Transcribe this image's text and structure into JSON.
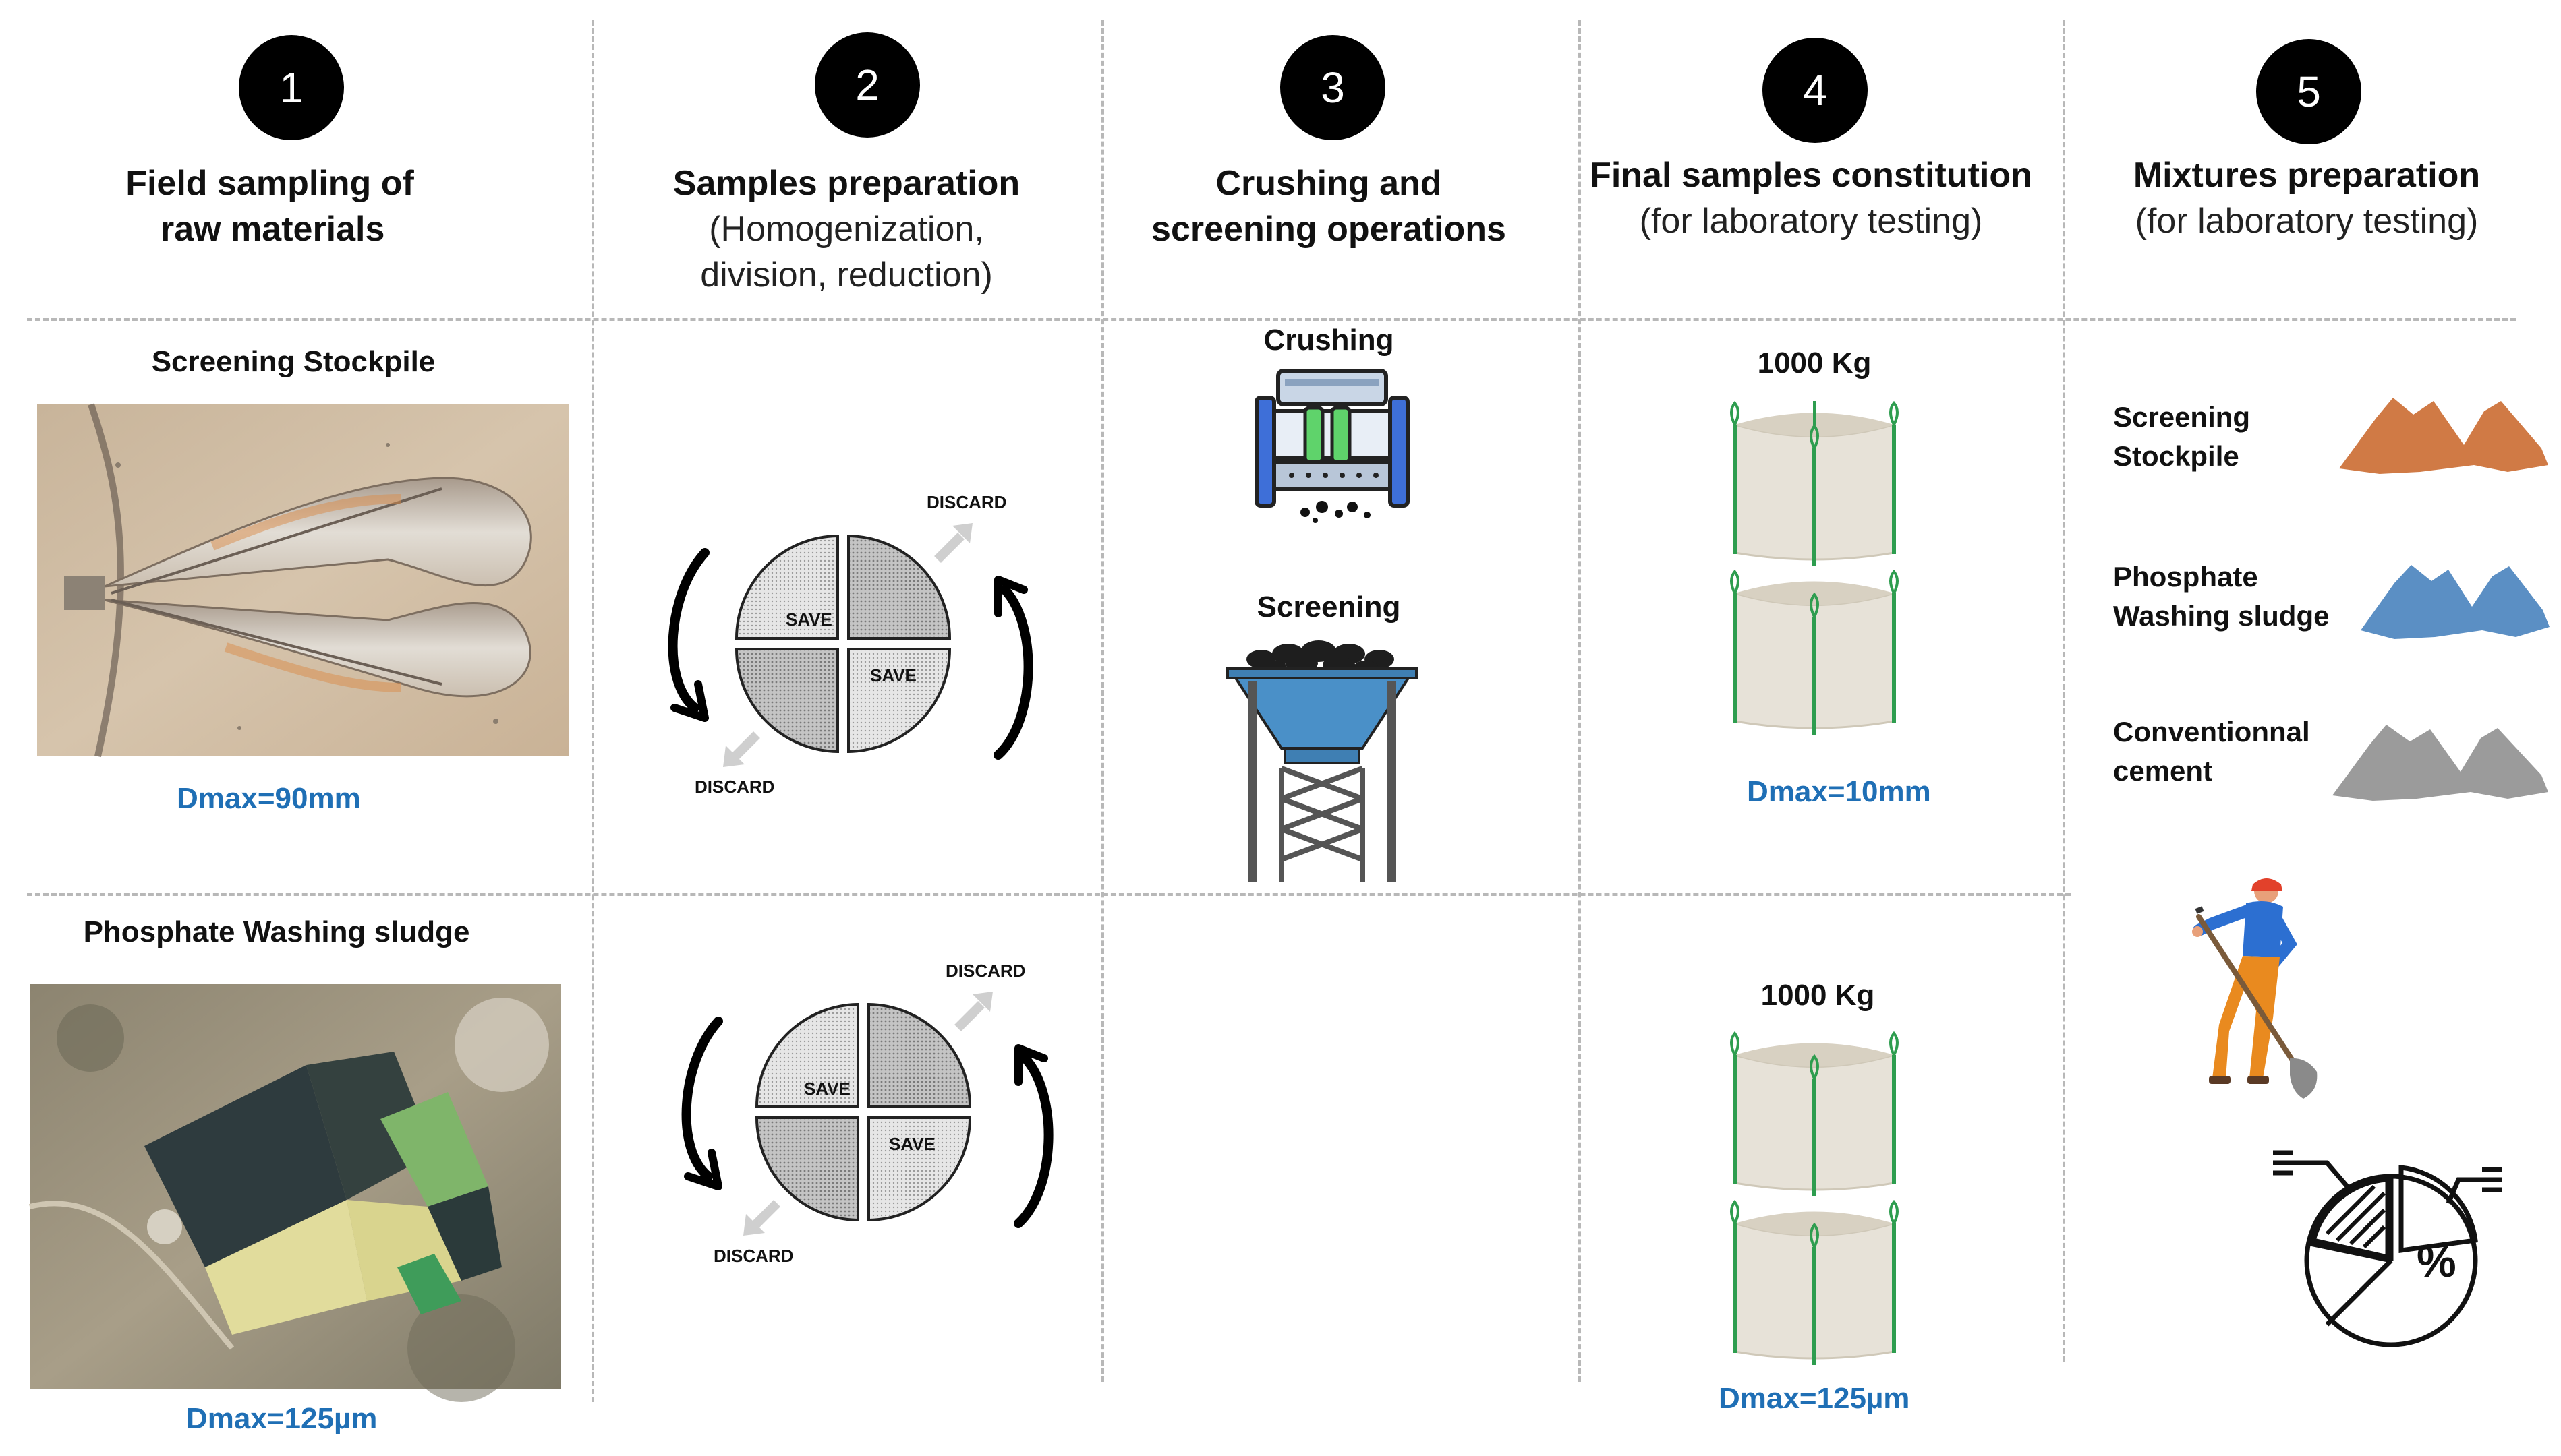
{
  "steps": [
    {
      "number": "1",
      "title_line1": "Field sampling of",
      "title_line2": "raw materials"
    },
    {
      "number": "2",
      "title": "Samples preparation",
      "subtitle_line1": "(Homogenization,",
      "subtitle_line2": "division, reduction)"
    },
    {
      "number": "3",
      "title_line1": "Crushing and",
      "title_line2": "screening operations"
    },
    {
      "number": "4",
      "title": "Final samples constitution",
      "subtitle": "(for laboratory testing)"
    },
    {
      "number": "5",
      "title": "Mixtures preparation",
      "subtitle": "(for laboratory testing)"
    }
  ],
  "column1": {
    "stockpile_label": "Screening Stockpile",
    "stockpile_dmax": "Dmax=90mm",
    "sludge_label": "Phosphate Washing sludge",
    "sludge_dmax": "Dmax=125µm"
  },
  "column2": {
    "quartering": [
      {
        "save": "SAVE",
        "discard": "DISCARD"
      },
      {
        "save": "SAVE",
        "discard": "DISCARD"
      }
    ]
  },
  "column3": {
    "crushing_label": "Crushing",
    "screening_label": "Screening"
  },
  "column4": {
    "bag1_weight": "1000 Kg",
    "bag1_dmax": "Dmax=10mm",
    "bag2_weight": "1000 Kg",
    "bag2_dmax": "Dmax=125µm"
  },
  "column5": {
    "materials": [
      {
        "line1": "Screening",
        "line2": "Stockpile",
        "color": "#d07a45"
      },
      {
        "line1": "Phosphate",
        "line2": "Washing sludge",
        "color": "#5b8fc4"
      },
      {
        "line1": "Conventionnal",
        "line2": "cement",
        "color": "#9b9b9b"
      }
    ],
    "percent_symbol": "%"
  }
}
